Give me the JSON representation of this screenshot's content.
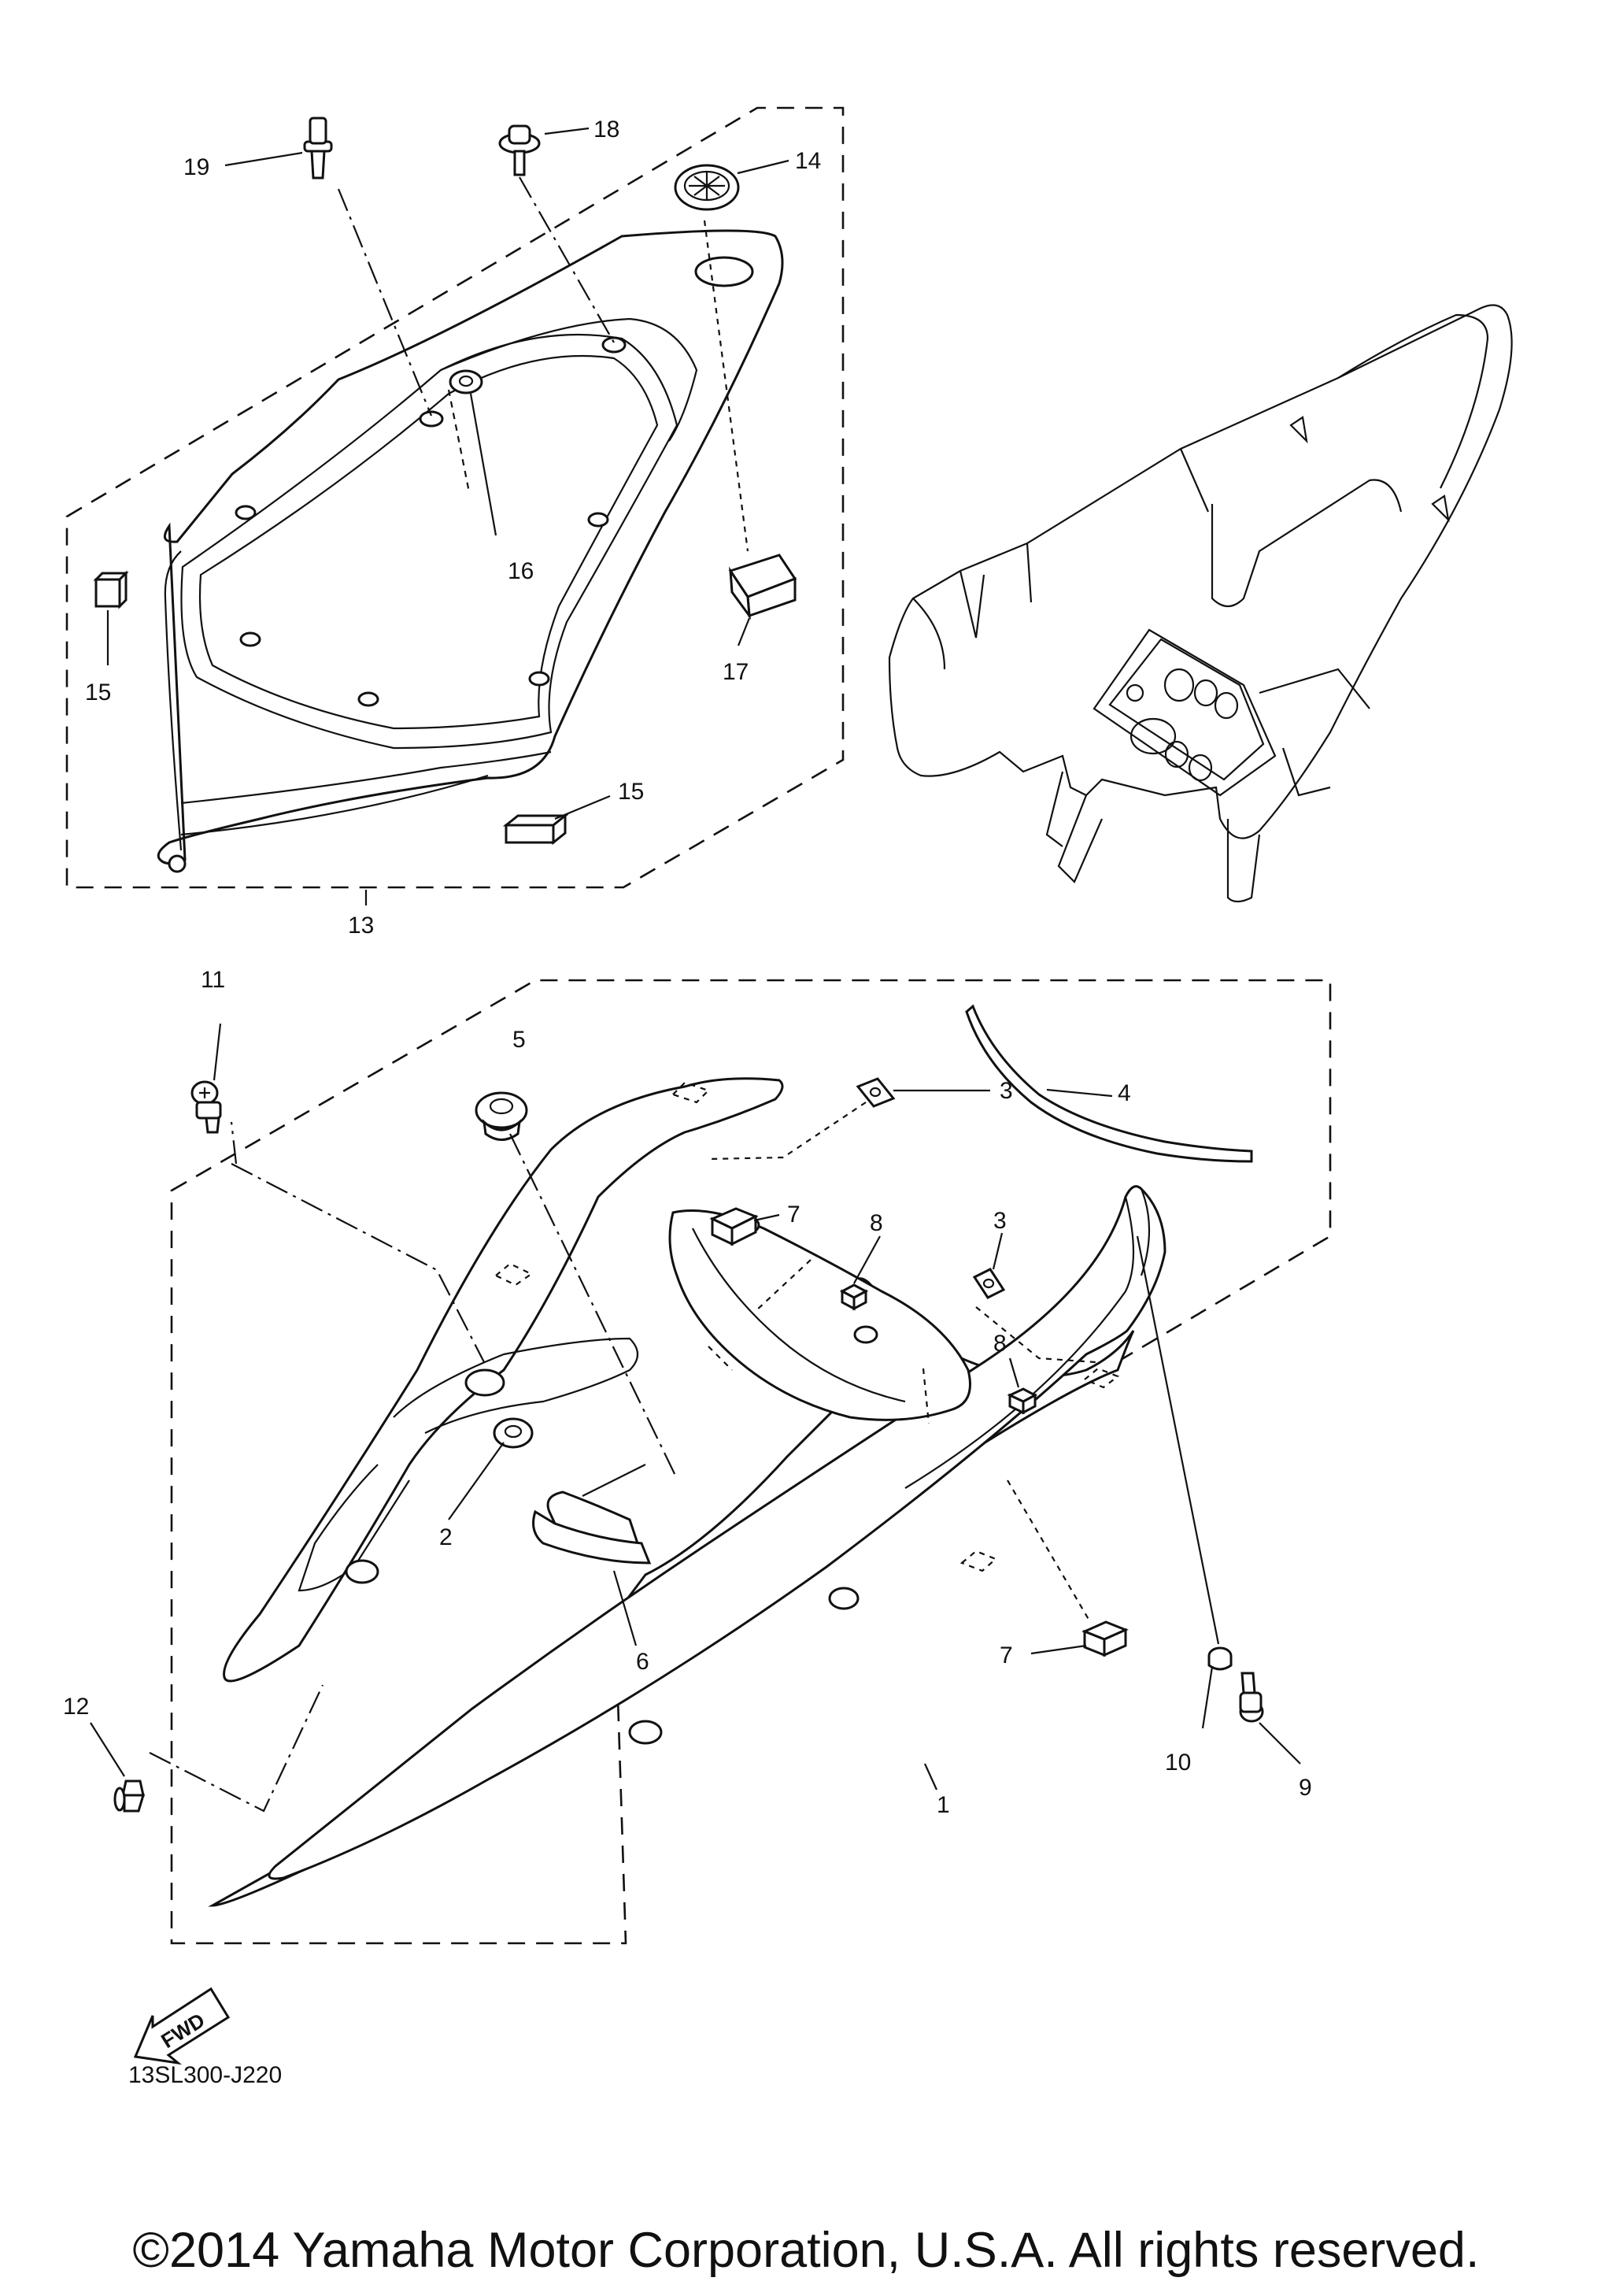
{
  "diagram": {
    "callouts": {
      "c1": "1",
      "c2": "2",
      "c3a": "3",
      "c3b": "3",
      "c4": "4",
      "c5": "5",
      "c6": "6",
      "c7a": "7",
      "c7b": "7",
      "c8a": "8",
      "c8b": "8",
      "c9": "9",
      "c10": "10",
      "c11": "11",
      "c12": "12",
      "c13": "13",
      "c14": "14",
      "c15a": "15",
      "c15b": "15",
      "c16": "16",
      "c17": "17",
      "c18": "18",
      "c19": "19"
    },
    "direction_arrow": "FWD",
    "reference_code": "13SL300-J220"
  },
  "footer": {
    "copyright": "©2014 Yamaha Motor Corporation, U.S.A. All rights reserved."
  }
}
